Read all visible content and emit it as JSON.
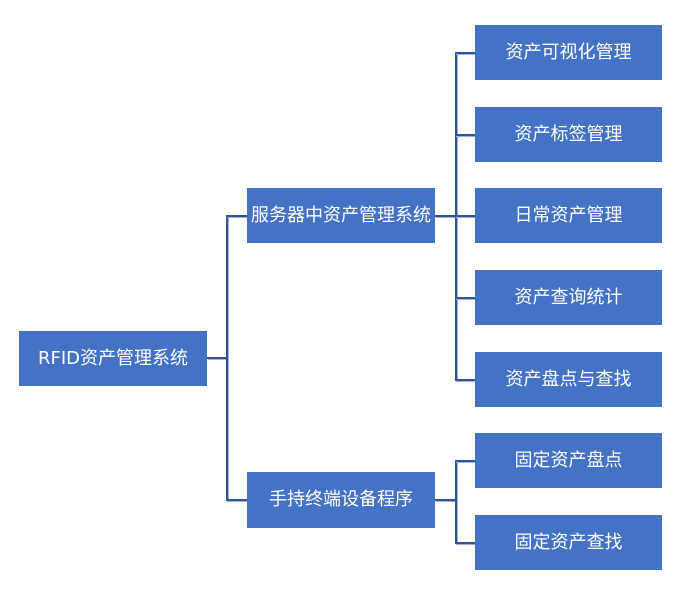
{
  "root": "RFID资产管理系统",
  "branches": [
    {
      "label": "服务器中资产管理系统",
      "children": [
        "资产可视化管理",
        "资产标签管理",
        "日常资产管理",
        "资产查询统计",
        "资产盘点与查找"
      ]
    },
    {
      "label": "手持终端设备程序",
      "children": [
        "固定资产盘点",
        "固定资产查找"
      ]
    }
  ],
  "colors": {
    "box": "#4472C4",
    "line": "#2F5597"
  }
}
